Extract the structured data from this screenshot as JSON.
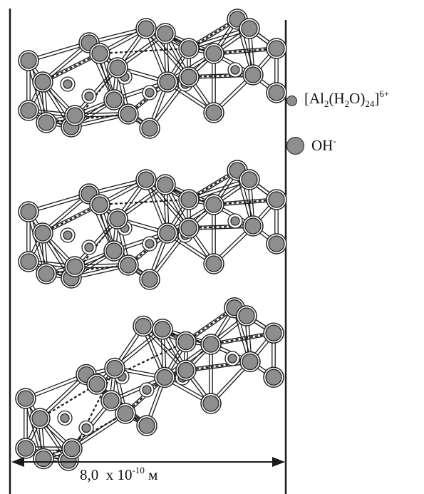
{
  "legend": {
    "al_complex": {
      "open": "[Al",
      "sub1": "2",
      "mid1": "(H",
      "sub2": "2",
      "mid2": "O)",
      "sub3": "24",
      "close": "]",
      "charge": "6+"
    },
    "hydroxide": {
      "base": "OH",
      "charge": "-"
    }
  },
  "scale": {
    "value": "8,0",
    "times": "x 10",
    "exponent": "-10",
    "unit": "м"
  },
  "colors": {
    "sphere_fill": "#8e8e8e",
    "sphere_stroke": "#222222",
    "bond": "#1a1a1a",
    "background": "#ffffff"
  }
}
